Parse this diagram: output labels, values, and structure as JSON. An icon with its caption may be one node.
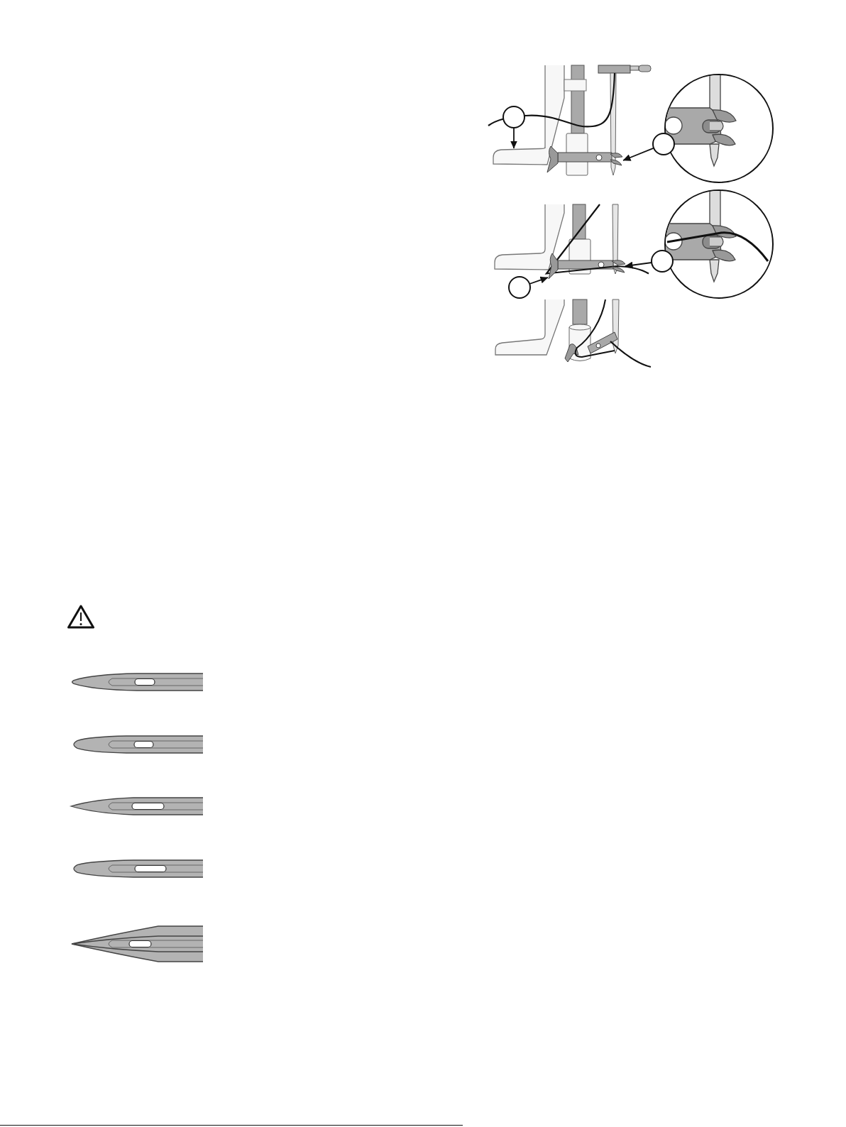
{
  "diagram": {
    "nodes": [
      {
        "text": [],
        "shape": "circle"
      },
      {
        "text": [],
        "shape": "circle"
      },
      {
        "text": [],
        "shape": "circle"
      },
      {
        "text": [],
        "shape": "circle"
      },
      {
        "text": [],
        "shape": "picture"
      },
      {
        "text": [],
        "shape": "picture"
      },
      {
        "text": [],
        "shape": "picture"
      },
      {
        "text": [],
        "shape": "picture"
      }
    ],
    "edges": [
      {
        "from": 0,
        "to": 4,
        "arrow": "to"
      },
      {
        "from": 1,
        "to": 5,
        "arrow": "to"
      },
      {
        "from": 2,
        "to": 6,
        "arrow": "to"
      },
      {
        "from": 3,
        "to": 7,
        "arrow": "to"
      }
    ]
  }
}
